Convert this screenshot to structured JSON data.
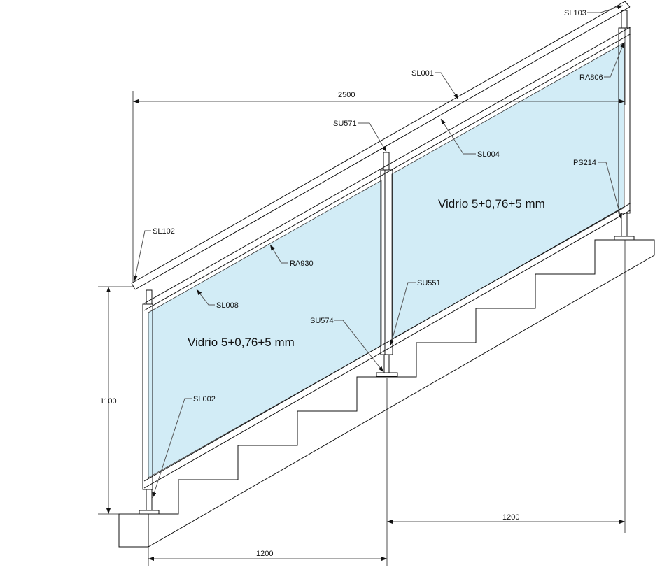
{
  "title": "Barandilla de vidrio para escalera",
  "glass_color": "#d2ecf6",
  "glass_panels": [
    {
      "label": "Vidrio 5+0,76+5 mm"
    },
    {
      "label": "Vidrio 5+0,76+5 mm"
    }
  ],
  "dimensions": {
    "total_length": "2500",
    "height": "1100",
    "span_left": "1200",
    "span_right": "1200"
  },
  "part_labels": {
    "SL103": "SL103",
    "SL001": "SL001",
    "RA806": "RA806",
    "SU571": "SU571",
    "SL004": "SL004",
    "PS214": "PS214",
    "SL102": "SL102",
    "RA930": "RA930",
    "SL008": "SL008",
    "SU551": "SU551",
    "SU574": "SU574",
    "SL002": "SL002"
  }
}
